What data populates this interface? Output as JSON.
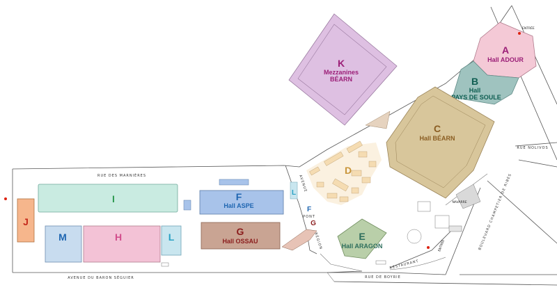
{
  "colors": {
    "hall_a": "#f4c9d6",
    "hall_b": "#9fc3bf",
    "hall_c": "#d8c69b",
    "hall_d": "#f5dcb2",
    "hall_e": "#b9cfa9",
    "hall_f": "#a8c3ea",
    "hall_g": "#c9a493",
    "hall_h": "#f3c2d6",
    "hall_i": "#c9ebe1",
    "hall_j": "#f6b68c",
    "hall_k": "#dec0e2",
    "hall_l": "#c9e6ef",
    "hall_m": "#c8dcef"
  },
  "halls": {
    "a": {
      "letter": "A",
      "name": "Hall ADOUR"
    },
    "b": {
      "letter": "B",
      "name_line1": "Hall",
      "name_line2": "PAYS DE SOULE"
    },
    "c": {
      "letter": "C",
      "name": "Hall BÉARN"
    },
    "d": {
      "letter": "D"
    },
    "e": {
      "letter": "E",
      "name": "Hall ARAGON"
    },
    "f": {
      "letter": "F",
      "name": "Hall ASPE"
    },
    "f_small": {
      "letter": "F"
    },
    "g": {
      "letter": "G",
      "name": "Hall OSSAU"
    },
    "g_small": {
      "letter": "G"
    },
    "h": {
      "letter": "H"
    },
    "i": {
      "letter": "I"
    },
    "j": {
      "letter": "J"
    },
    "k": {
      "letter": "K",
      "name_line1": "Mezzanines",
      "name_line2": "BÉARN"
    },
    "l_left": {
      "letter": "L"
    },
    "l_right": {
      "letter": "L"
    },
    "m": {
      "letter": "M"
    }
  },
  "streets": {
    "rue_marnieres": "RUE DES MARNIÈRES",
    "avenue_baron": "AVENUE DU BARON SÉGUIER",
    "rue_soulès": "RUE DE BOYRIE",
    "rue_nolivos": "RUE NOLIVOS",
    "boulevard": "BOULEVARD CHAMPETIER DE RIBES",
    "avenue_v": "AVENUE",
    "pont": "PONT",
    "restaurant": "RESTAURANT",
    "navarre": "NAVARRE",
    "entree_top": "ENTRÉE",
    "entree_bottom": "ENTRÉE",
    "region": "RÉGION"
  }
}
